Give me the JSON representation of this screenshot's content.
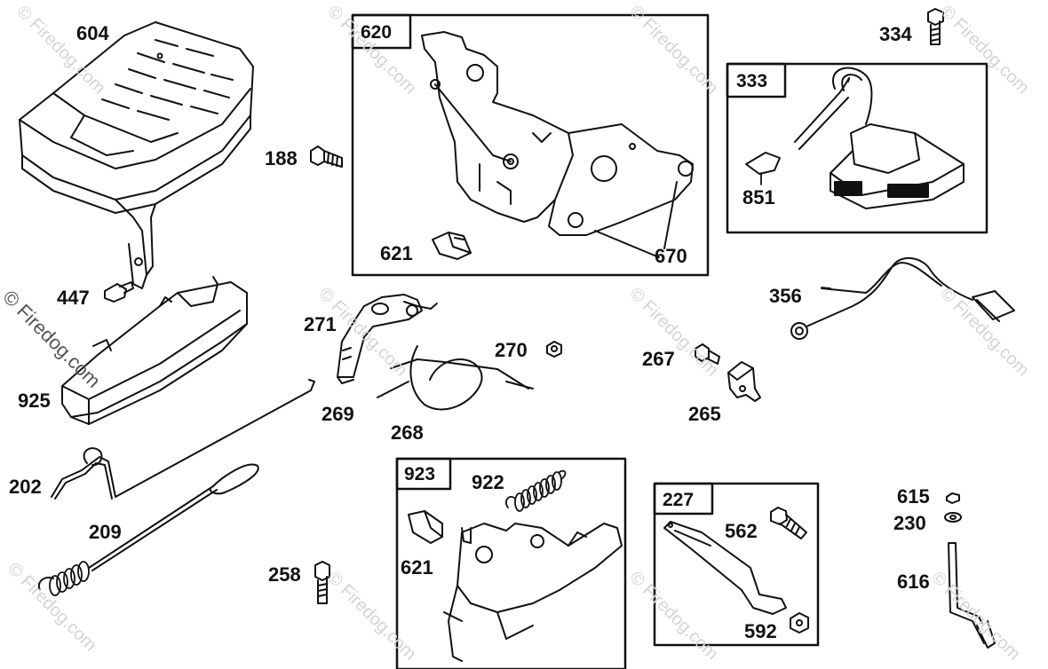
{
  "watermark": "© Firedog.com",
  "callouts": {
    "p604": "604",
    "p188": "188",
    "p447": "447",
    "p925": "925",
    "p202": "202",
    "p209": "209",
    "p258": "258",
    "p271": "271",
    "p270": "270",
    "p269": "269",
    "p268": "268",
    "p267": "267",
    "p265": "265",
    "p356": "356",
    "p334": "334",
    "p851": "851",
    "p621a": "621",
    "p670": "670",
    "p922": "922",
    "p621b": "621",
    "p562": "562",
    "p592": "592",
    "p615": "615",
    "p230": "230",
    "p616": "616"
  },
  "boxes": {
    "b620": "620",
    "b333": "333",
    "b923": "923",
    "b227": "227"
  }
}
